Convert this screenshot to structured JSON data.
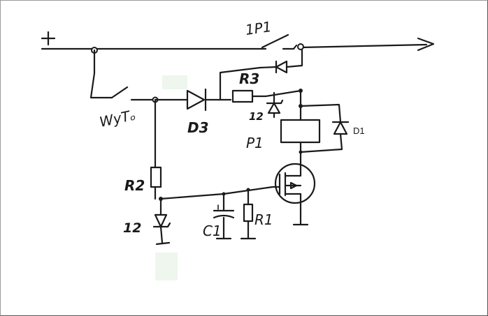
{
  "labels": {
    "plus": "+",
    "relay_contact": "1P1",
    "switch": "WyTₒ",
    "r3": "R3",
    "d3": "D3",
    "zener_top": "12",
    "relay": "P1",
    "d1": "D1",
    "r2": "R2",
    "zener_bottom": "12",
    "c1": "C1",
    "r1": "R1"
  },
  "colors": {
    "ink": "#1a1a1a",
    "background": "#ffffff",
    "smudge": "#eef6ee"
  }
}
